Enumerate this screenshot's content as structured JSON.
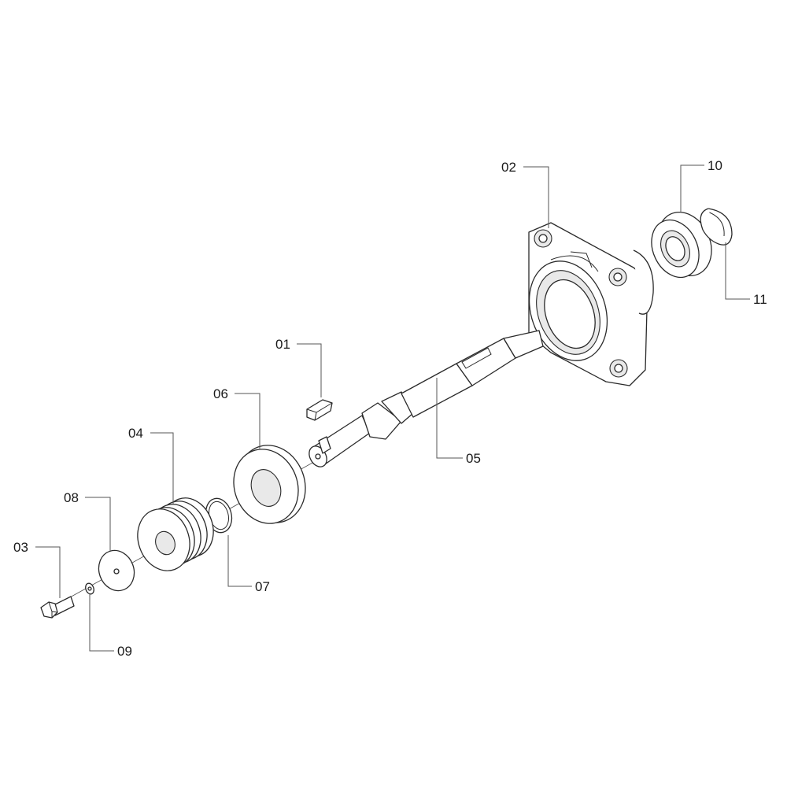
{
  "diagram": {
    "callouts": [
      {
        "id": "c01",
        "label": "01"
      },
      {
        "id": "c02",
        "label": "02"
      },
      {
        "id": "c03",
        "label": "03"
      },
      {
        "id": "c04",
        "label": "04"
      },
      {
        "id": "c05",
        "label": "05"
      },
      {
        "id": "c06",
        "label": "06"
      },
      {
        "id": "c07",
        "label": "07"
      },
      {
        "id": "c08",
        "label": "08"
      },
      {
        "id": "c09",
        "label": "09"
      },
      {
        "id": "c10",
        "label": "10"
      },
      {
        "id": "c11",
        "label": "11"
      }
    ]
  }
}
